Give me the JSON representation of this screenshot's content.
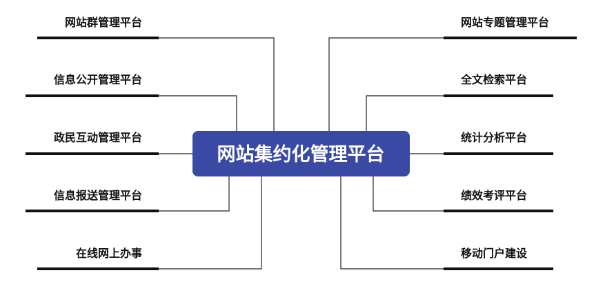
{
  "center": {
    "label": "网站集约化管理平台",
    "color": "#3a4aa4"
  },
  "left_nodes": [
    {
      "label": "网站群管理平台"
    },
    {
      "label": "信息公开管理平台"
    },
    {
      "label": "政民互动管理平台"
    },
    {
      "label": "信息报送管理平台"
    },
    {
      "label": "在线网上办事"
    }
  ],
  "right_nodes": [
    {
      "label": "网站专题管理平台"
    },
    {
      "label": "全文检索平台"
    },
    {
      "label": "统计分析平台"
    },
    {
      "label": "绩效考评平台"
    },
    {
      "label": "移动门户建设"
    }
  ]
}
